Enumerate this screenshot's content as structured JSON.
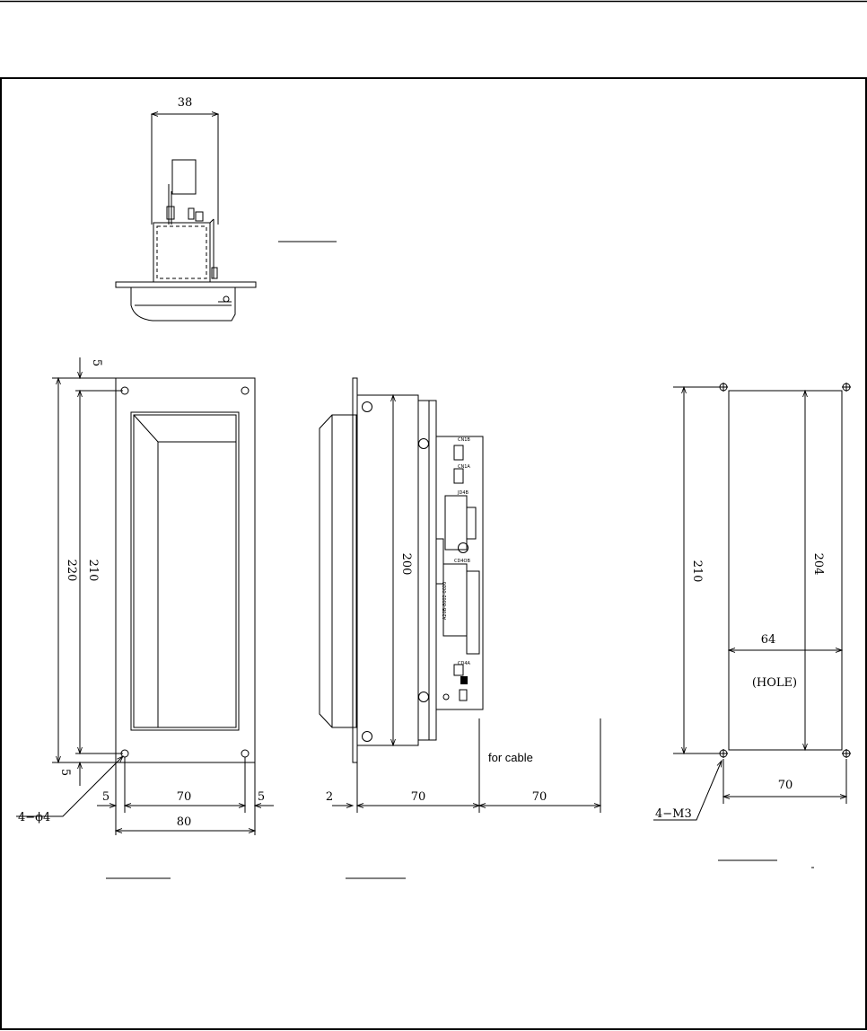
{
  "dimensions": {
    "top_width": "38",
    "front_margin_top": "5",
    "front_height_outer": "220",
    "front_height_holes": "210",
    "front_margin_bottom": "5",
    "front_hole_spec": "4−ϕ4",
    "front_margin_left": "5",
    "front_width_holes": "70",
    "front_margin_right": "5",
    "front_width_outer": "80",
    "side_height": "200",
    "side_panel_thickness": "2",
    "side_depth": "70",
    "side_cable_clearance": "70",
    "side_cable_note": "for cable",
    "cutout_height_holes": "210",
    "cutout_height_hole": "204",
    "cutout_width_hole": "64",
    "cutout_hole_label": "(HOLE)",
    "cutout_width_holes": "70",
    "cutout_screw_spec": "4−M3"
  },
  "pcb_labels": {
    "c1": "CN1B",
    "c2": "CN1A",
    "c3": "JD4B",
    "c4": "CD4OB",
    "c5": "A20B-8002-0020",
    "c6": "CD4A"
  }
}
